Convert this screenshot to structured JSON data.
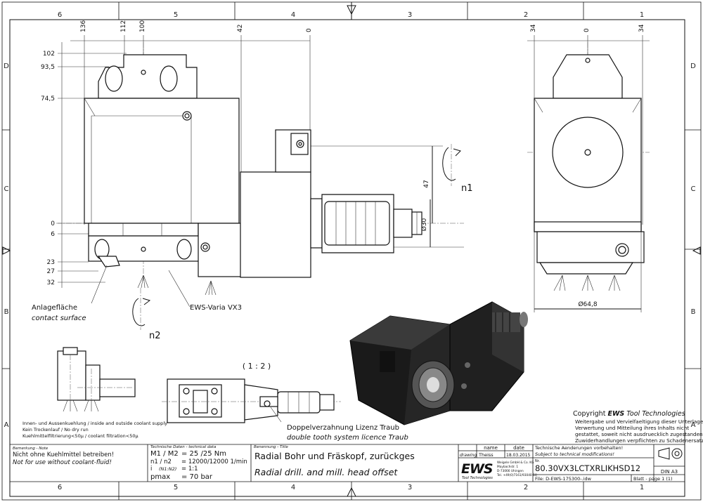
{
  "grid": {
    "columns": [
      "6",
      "5",
      "4",
      "3",
      "2",
      "1"
    ],
    "rows": [
      "D",
      "C",
      "B",
      "A"
    ]
  },
  "front_view": {
    "dims_top": [
      "136",
      "112",
      "100",
      "42",
      "0"
    ],
    "dims_left": [
      "102",
      "93,5",
      "74,5",
      "0",
      "6",
      "23",
      "27",
      "32"
    ],
    "dim_offset": "47",
    "dim_diameter": "Ø30",
    "rot_n1": "n1",
    "rot_n2": "n2",
    "label_contact_de": "Anlagefläche",
    "label_contact_en": "contact surface",
    "label_model": "EWS-Varia VX3"
  },
  "side_view": {
    "dims_top": [
      "34",
      "0",
      "34"
    ],
    "dim_diameter": "Ø64,8"
  },
  "detail": {
    "scale": "( 1 : 2 )",
    "note_de": "Doppelverzahnung Lizenz Traub",
    "note_en": "double tooth system licence Traub"
  },
  "coolant_note": {
    "line1": "Innen- und Aussenkuehlung / inside and outside coolant supply",
    "line2": "Kein Trockenlauf / No dry run",
    "line3": "Kuehlmittelfiltrierung<50µ / coolant filtration<50µ"
  },
  "copyright": {
    "title_prefix": "Copyright ",
    "brand": "EWS",
    "title_suffix": " Tool Technologies",
    "lines": [
      "Weitergabe und Vervielfaeltigung dieser Unterlage,",
      "Verwertung und Mitteilung ihres Inhalts nicht",
      "gestattet, soweit nicht ausdruecklich zugestanden.",
      "Zuwiderhandlungen verpflichten zu Schadenersatz."
    ]
  },
  "title_block": {
    "remark_label": "Bemerkung - Note",
    "remark_de": "Nicht ohne Kuehlmittel betreiben!",
    "remark_en": "Not for use without coolant-fluid!",
    "tech_label": "Technische Daten - technical data",
    "m_label": "M1 / M2",
    "m_value": "= 25 /25  Nm",
    "n_label": "n1 / n2",
    "n_value": "= 12000/12000 1/min",
    "i_label": "i",
    "i_sub": "(N1:N2)",
    "i_value": "= 1:1",
    "p_label": "pmax",
    "p_value": "= 70  bar",
    "title_label": "Benennung - Title",
    "title_de": "Radial Bohr und Fräskopf, zurückges",
    "title_en": "Radial drill. and mill. head offset",
    "col_name": "name",
    "col_date": "date",
    "row_label": "drawing",
    "drawer": "Theiss",
    "date": "18.03.2015",
    "logo": "EWS",
    "logo_sub": "Tool Technologies",
    "company_lines": [
      "Weigele GmbH & Co. KG",
      "Maybachstr. 1",
      "D-73066 Uhingen",
      "Tel. +49(0)7161/93040-10"
    ],
    "changes_de": "Technische Aenderungen vorbehalten!",
    "changes_en": "Subject to technical modifications!",
    "nr_label": "Nr.",
    "part_number": "80.30VX3LCTXRLIKHSD12",
    "file": "File: D-EWS-175300-.idw",
    "sheet": "Blatt - page  1 (1)",
    "format": "DIN A3"
  }
}
